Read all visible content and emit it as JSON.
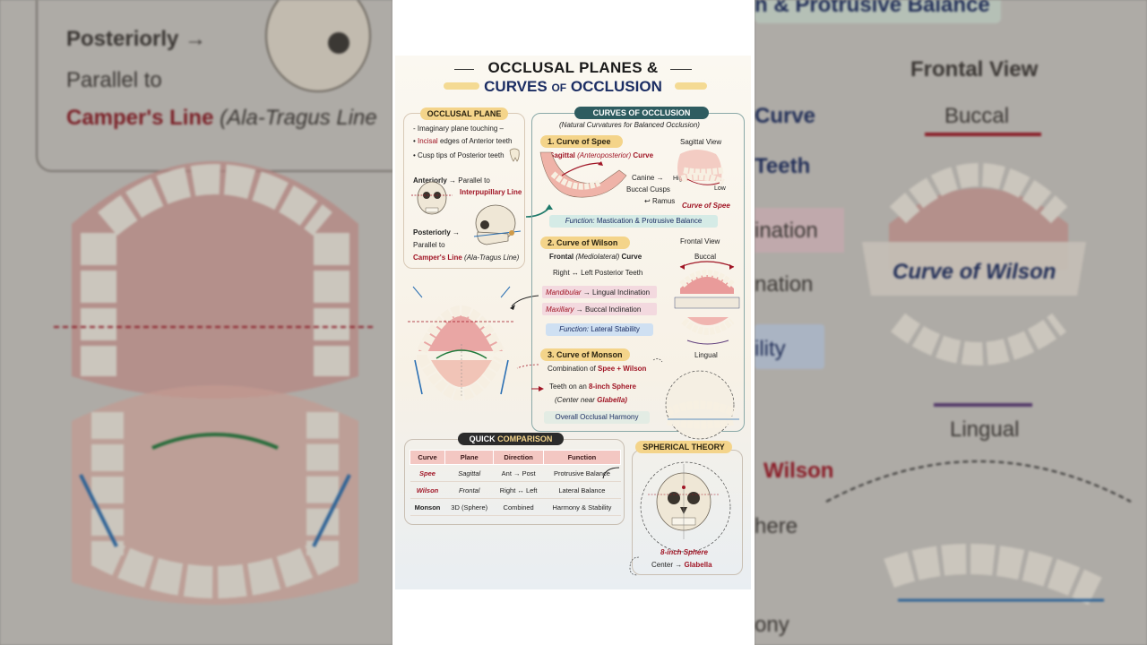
{
  "poster": {
    "title_line1": "OCCLUSAL PLANES &",
    "title_line2_a": "CURVES",
    "title_line2_of": "OF",
    "title_line2_b": "OCCLUSION",
    "occlusal_plane": {
      "header": "OCCLUSAL PLANE",
      "intro": "Imaginary plane touching –",
      "bullet1_red": "Incisal",
      "bullet1_rest": "edges of Anterior teeth",
      "bullet2": "Cusp tips of Posterior teeth",
      "anteriorly": "Anteriorly",
      "anteriorly_arrow": "→ Parallel to",
      "interpupillary": "Interpupillary Line",
      "posteriorly": "Posteriorly →",
      "parallel_to": "Parallel to",
      "campers": "Camper's Line",
      "ala_tragus": "(Ala-Tragus Line)"
    },
    "curves": {
      "header": "CURVES OF OCCLUSION",
      "subtitle": "(Natural Curvatures for Balanced Occlusion)",
      "spee": {
        "label": "1. Curve of Spee",
        "sagittal_red": "Sagittal",
        "sagittal_it": "(Anteroposterior)",
        "sagittal_rest": "Curve",
        "sagittal_view": "Sagittal View",
        "canine": "Canine →",
        "buccal_cusps": "Buccal Cusps",
        "ramus": "Ramus",
        "high": "High",
        "low": "Low",
        "curve_of_spee": "Curve of Spee",
        "function_label": "Function:",
        "function_text": "Mastication & Protrusive Balance"
      },
      "wilson": {
        "label": "2. Curve of Wilson",
        "frontal_a": "Frontal",
        "frontal_it": "(Mediolateral)",
        "frontal_b": "Curve",
        "frontal_view": "Frontal View",
        "right_left": "Right ↔ Left Posterior Teeth",
        "mandibular": "Mandibular",
        "mandibular_rest": "→ Lingual Inclination",
        "maxillary": "Maxillary",
        "maxillary_rest": "→ Buccal Inclination",
        "buccal": "Buccal",
        "curve_of_wilson": "Curve of Wilson",
        "lingual": "Lingual",
        "function_label": "Function:",
        "function_text": "Lateral Stability"
      },
      "monson": {
        "label": "3. Curve of Monson",
        "combo_a": "Combination of",
        "combo_b": "Spee + Wilson",
        "teeth_on": "Teeth on an",
        "sphere": "8-inch Sphere",
        "center": "(Center near",
        "glabella": "Glabella)",
        "harmony": "Overall Occlusal Harmony"
      }
    },
    "comparison": {
      "header_a": "QUICK",
      "header_b": "COMPARISON",
      "columns": [
        "Curve",
        "Plane",
        "Direction",
        "Function"
      ],
      "rows": [
        [
          "Spee",
          "Sagittal",
          "Ant → Post",
          "Protrusive Balance"
        ],
        [
          "Wilson",
          "Frontal",
          "Right ↔ Left",
          "Lateral Balance"
        ],
        [
          "Monson",
          "3D (Sphere)",
          "Combined",
          "Harmony & Stability"
        ]
      ]
    },
    "spherical": {
      "header": "SPHERICAL THEORY",
      "sphere": "8-inch Sphere",
      "center": "Center →",
      "glabella": "Glabella"
    }
  },
  "background": {
    "left_posteriorly": "Posteriorly →",
    "left_parallel": "Parallel to",
    "left_campers": "Camper's Line",
    "left_ala": "(Ala-Tragus Line",
    "right_top": "n & Protrusive Balance",
    "right_frontal_view": "Frontal View",
    "right_buccal": "Buccal",
    "right_curve_of_wilson": "Curve of Wilson",
    "right_lingual": "Lingual",
    "right_frag_curve": "Curve",
    "right_frag_teeth": "Teeth",
    "right_frag_ination": "ination",
    "right_frag_nation": "nation",
    "right_frag_ility": "ility",
    "right_frag_wilson": "Wilson",
    "right_frag_here": "here",
    "right_frag_ony": "ony"
  },
  "colors": {
    "accent_red": "#a01525",
    "navy": "#1b2d63",
    "teal": "#2e5c60",
    "gold": "#f4d48a"
  }
}
